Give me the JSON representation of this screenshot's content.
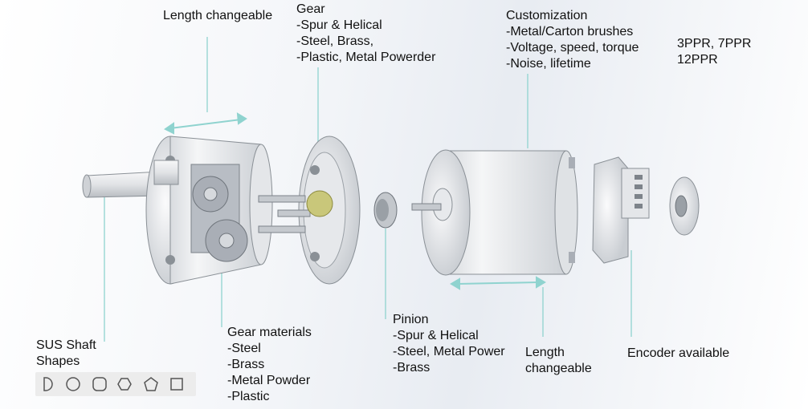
{
  "labels": {
    "housing_length": "Length changeable",
    "gear_title": "Gear",
    "gear_lines": [
      "-Spur & Helical",
      "-Steel, Brass,",
      "-Plastic, Metal Powerder"
    ],
    "custom_title": "Customization",
    "custom_lines": [
      "-Metal/Carton brushes",
      "-Voltage, speed, torque",
      "-Noise, lifetime"
    ],
    "ppr_line1": "3PPR, 7PPR",
    "ppr_line2": "12PPR",
    "shaft_line1": "SUS Shaft",
    "shaft_line2": "Shapes",
    "gearmat_title": "Gear materials",
    "gearmat_lines": [
      "-Steel",
      "-Brass",
      "-Metal Powder",
      "-Plastic"
    ],
    "pinion_title": "Pinion",
    "pinion_lines": [
      "-Spur & Helical",
      "-Steel, Metal Power",
      "-Brass"
    ],
    "motor_length_line1": "Length",
    "motor_length_line2": "changeable",
    "encoder": "Encoder available"
  },
  "shaft_shapes": [
    "d-cut",
    "round",
    "rounded-square",
    "hexagon",
    "pentagon",
    "square"
  ],
  "colors": {
    "leader": "#8fd3cf",
    "metal": "#d9dcdf",
    "metal_dark": "#9aa0a6",
    "gear_steel": "#a9aeb6",
    "gear_brass": "#c9c77a",
    "arrow": "#8fd3cf"
  }
}
